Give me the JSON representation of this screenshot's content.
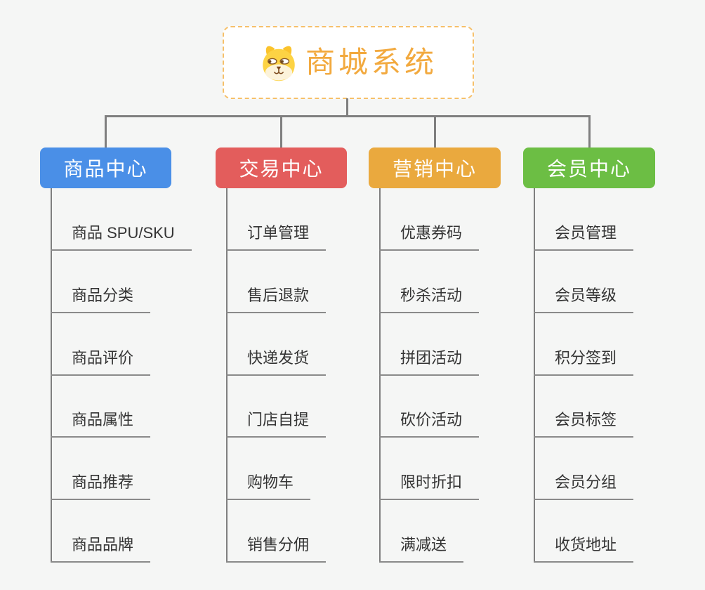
{
  "canvas": {
    "background": "#f5f6f5"
  },
  "root": {
    "title": "商城系统",
    "icon": "dog-face-icon",
    "accent_color": "#f2a93e",
    "border_color": "#f6c06a"
  },
  "connectors": {
    "color": "#7f7f7f",
    "underline_color": "#8a8a8a"
  },
  "branches": [
    {
      "label": "商品中心",
      "color": "#4a8fe7",
      "children": [
        "商品 SPU/SKU",
        "商品分类",
        "商品评价",
        "商品属性",
        "商品推荐",
        "商品品牌"
      ]
    },
    {
      "label": "交易中心",
      "color": "#e35d5c",
      "children": [
        "订单管理",
        "售后退款",
        "快递发货",
        "门店自提",
        "购物车",
        "销售分佣"
      ]
    },
    {
      "label": "营销中心",
      "color": "#eaa93e",
      "children": [
        "优惠券码",
        "秒杀活动",
        "拼团活动",
        "砍价活动",
        "限时折扣",
        "满减送"
      ]
    },
    {
      "label": "会员中心",
      "color": "#6cbe44",
      "children": [
        "会员管理",
        "会员等级",
        "积分签到",
        "会员标签",
        "会员分组",
        "收货地址"
      ]
    }
  ]
}
